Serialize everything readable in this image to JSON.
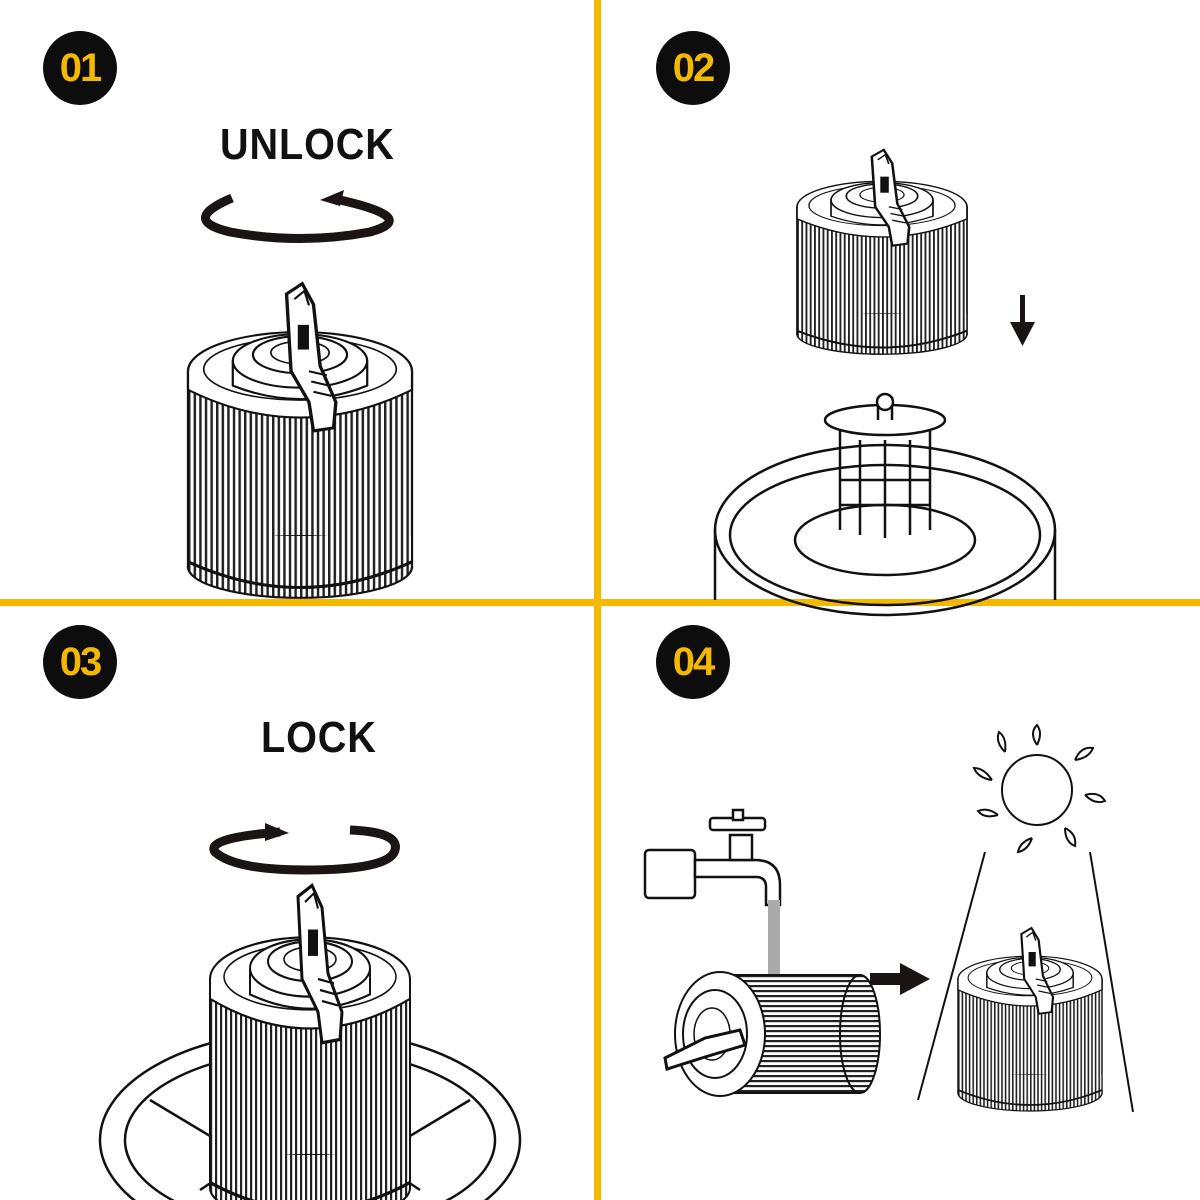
{
  "steps": [
    {
      "number": "01",
      "label": "UNLOCK"
    },
    {
      "number": "02"
    },
    {
      "number": "03",
      "label": "LOCK"
    },
    {
      "number": "04"
    }
  ],
  "colors": {
    "accent": "#F5B800",
    "badge_bg": "#0d0d0d",
    "ink": "#1a1414"
  }
}
